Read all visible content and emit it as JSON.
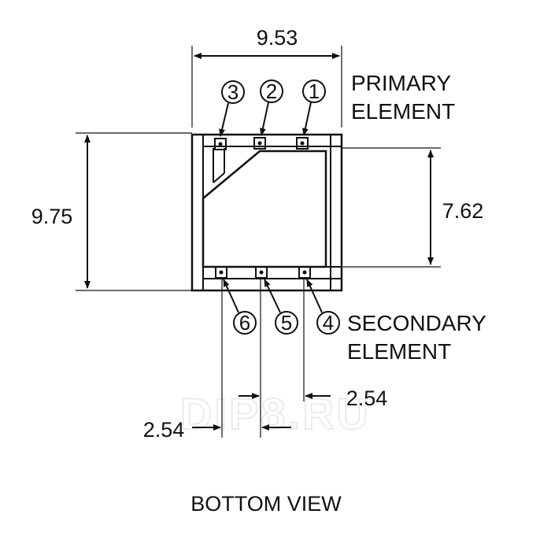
{
  "dimensions": {
    "width": "9.53",
    "height": "9.75",
    "pad_height": "7.62",
    "pitch_right": "2.54",
    "pitch_left": "2.54"
  },
  "labels": {
    "primary_line1": "PRIMARY",
    "primary_line2": "ELEMENT",
    "secondary_line1": "SECONDARY",
    "secondary_line2": "ELEMENT",
    "view": "BOTTOM VIEW"
  },
  "pins": {
    "top": [
      "3",
      "2",
      "1"
    ],
    "bottom": [
      "6",
      "5",
      "4"
    ]
  },
  "watermark": "DIP8.RU",
  "colors": {
    "ink": "#111111",
    "watermark": "#e6e6e6"
  }
}
